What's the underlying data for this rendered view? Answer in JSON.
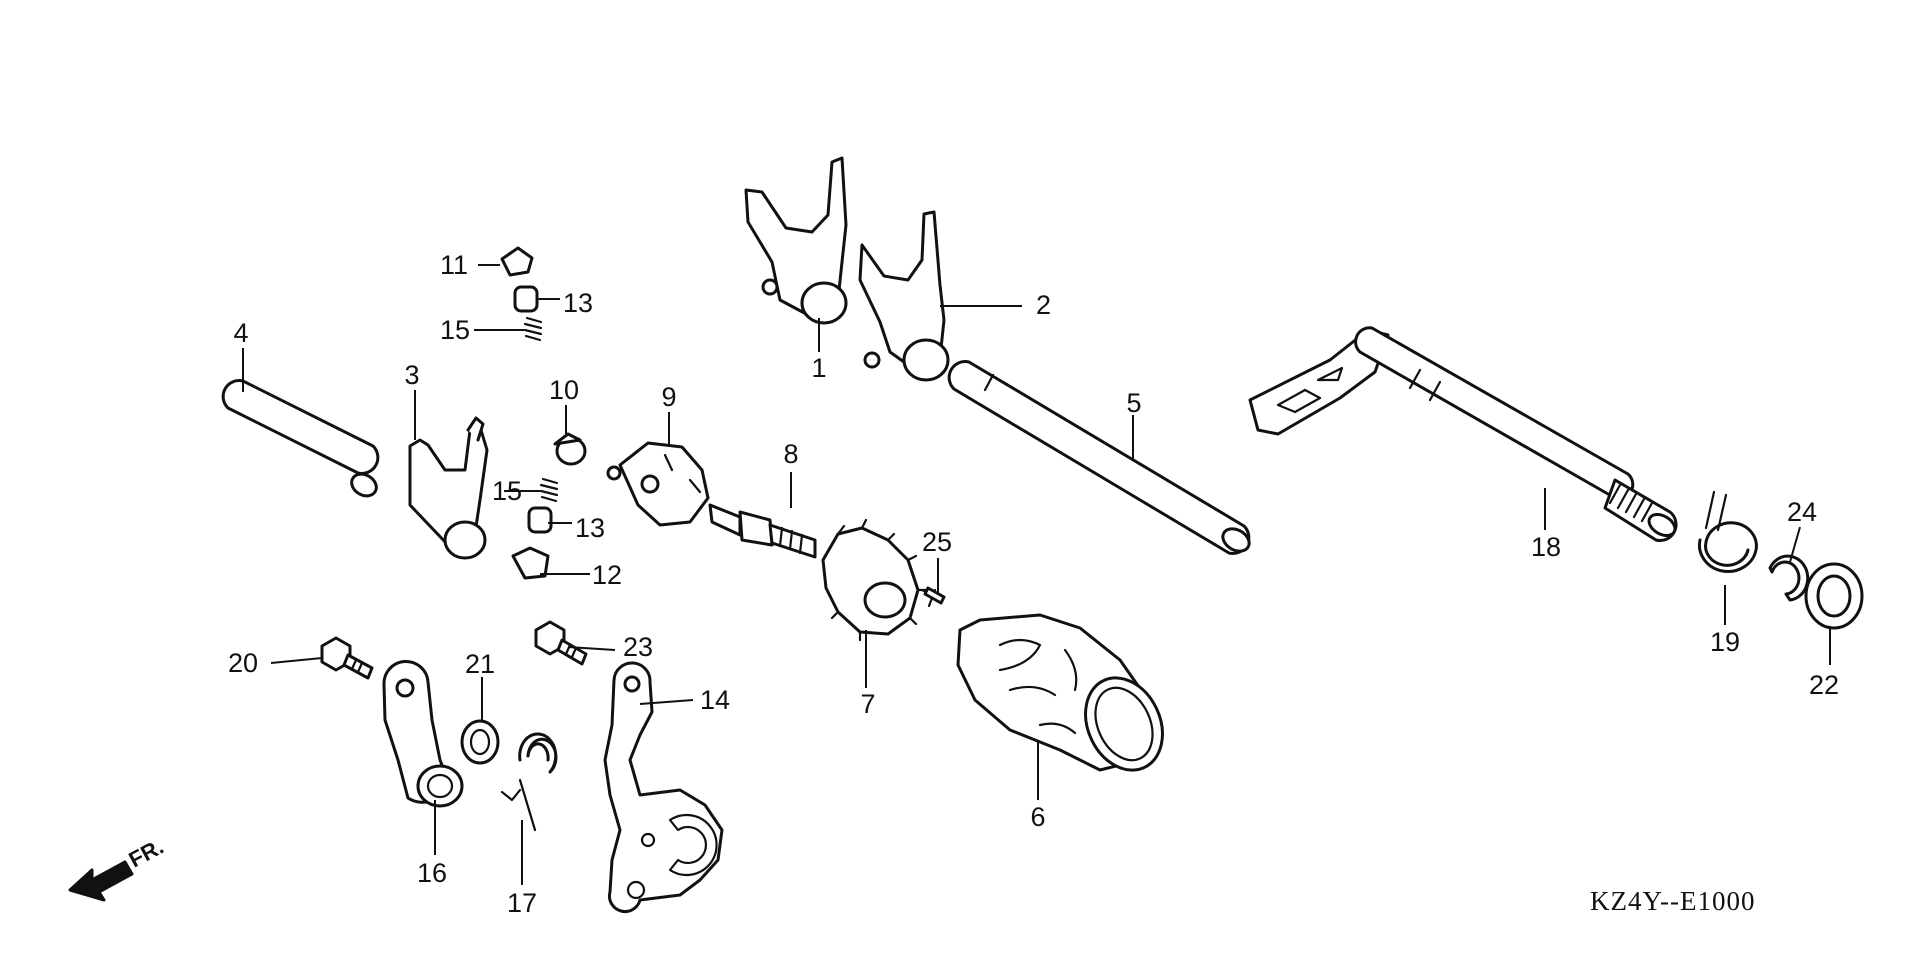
{
  "diagram": {
    "code": "KZ4Y--E1000",
    "direction": "FR.",
    "callouts": [
      "1",
      "2",
      "3",
      "4",
      "5",
      "6",
      "7",
      "8",
      "9",
      "10",
      "11",
      "12",
      "13",
      "13",
      "14",
      "15",
      "15",
      "16",
      "17",
      "18",
      "19",
      "20",
      "21",
      "22",
      "23",
      "24",
      "25"
    ]
  },
  "colors": {
    "ink": "#111111",
    "paper": "#ffffff"
  }
}
